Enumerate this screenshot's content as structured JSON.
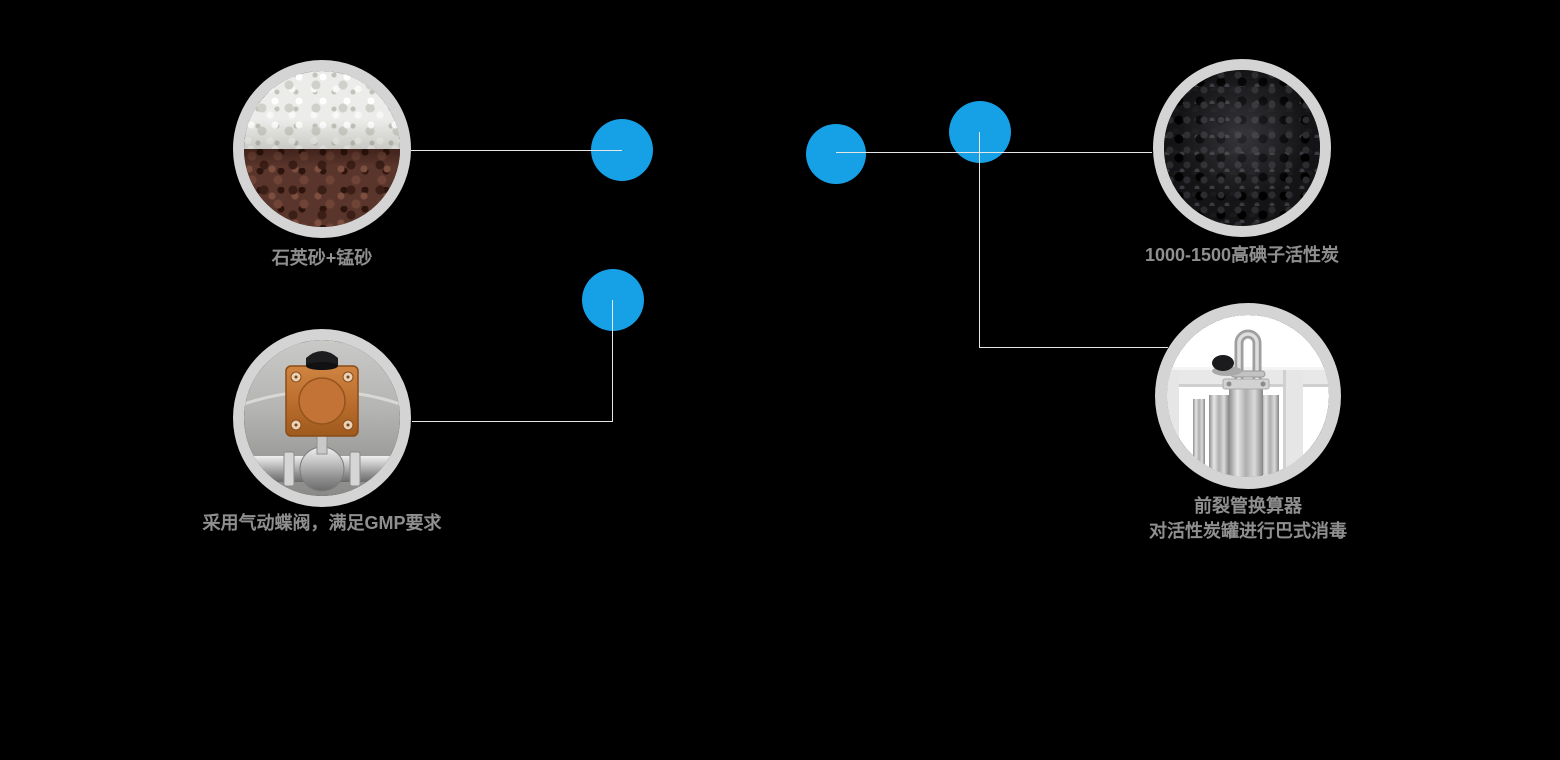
{
  "page": {
    "background_color": "#000000"
  },
  "palette": {
    "hotspot_blue": "#16A0E6",
    "photo_ring_gray": "#D4D4D4",
    "connector_line_gray": "#E6E6E6",
    "caption_gray": "#8F8F8F"
  },
  "features": {
    "sand": {
      "caption": "石英砂+锰砂",
      "photo": "quartz-sand-and-manganese-sand"
    },
    "valve": {
      "caption": "采用气动蝶阀，满足GMP要求",
      "photo": "pneumatic-butterfly-valve"
    },
    "carbon": {
      "caption": "1000-1500高碘子活性炭",
      "photo": "activated-carbon-granules"
    },
    "heat_exchanger": {
      "caption_line1": "前裂管换算器",
      "caption_line2": "对活性炭罐进行巴式消毒",
      "photo": "tubular-heat-exchanger"
    }
  }
}
